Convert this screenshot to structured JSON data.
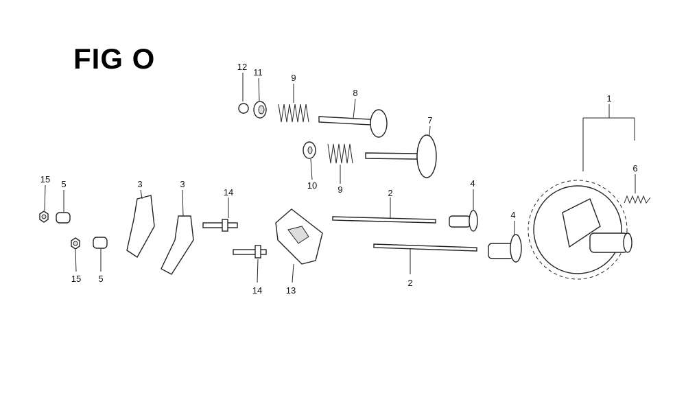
{
  "title": "FIG O",
  "callouts": {
    "c12": "12",
    "c11": "11",
    "c9a": "9",
    "c8": "8",
    "c7": "7",
    "c1": "1",
    "c6": "6",
    "c10": "10",
    "c9b": "9",
    "c15a": "15",
    "c5a": "5",
    "c3a": "3",
    "c3b": "3",
    "c14a": "14",
    "c2a": "2",
    "c4a": "4",
    "c4b": "4",
    "c15b": "15",
    "c5b": "5",
    "c14b": "14",
    "c13": "13",
    "c2b": "2"
  }
}
